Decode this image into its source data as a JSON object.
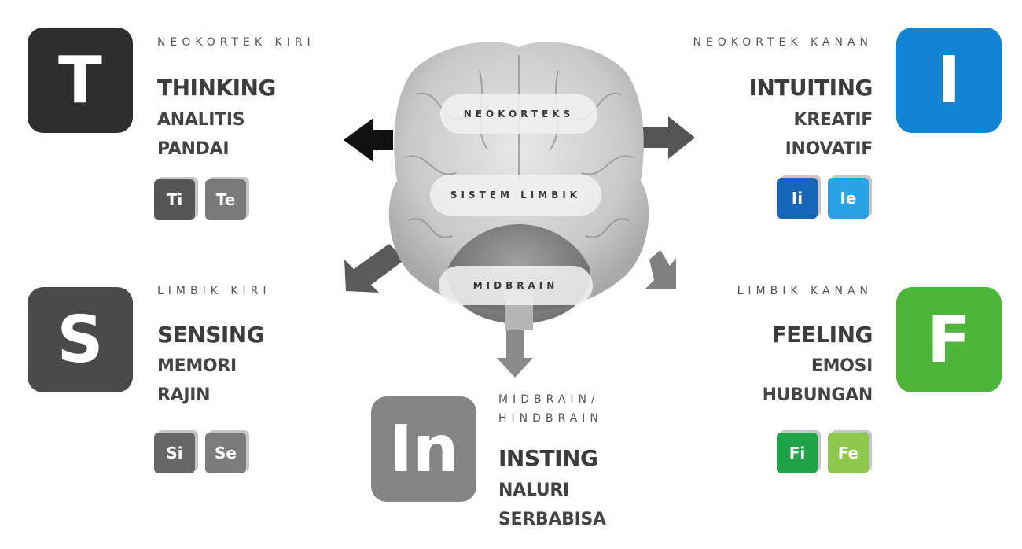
{
  "diagram": {
    "center": {
      "labels": [
        "NEOKORTEKS",
        "SISTEM LIMBIK",
        "MIDBRAIN"
      ]
    },
    "quadrants": {
      "thinking": {
        "letter": "T",
        "region": "NEOKORTEK KIRI",
        "title": "THINKING",
        "traits": [
          "ANALITIS",
          "PANDAI"
        ],
        "badges": [
          {
            "label": "Ti",
            "color": "#555555"
          },
          {
            "label": "Te",
            "color": "#7a7a7a"
          }
        ],
        "color": "#2e2e2e"
      },
      "intuiting": {
        "letter": "I",
        "region": "NEOKORTEK KANAN",
        "title": "INTUITING",
        "traits": [
          "KREATIF",
          "INOVATIF"
        ],
        "badges": [
          {
            "label": "Ii",
            "color": "#1565b8"
          },
          {
            "label": "Ie",
            "color": "#2aa3e6"
          }
        ],
        "color": "#1282d4"
      },
      "sensing": {
        "letter": "S",
        "region": "LIMBIK KIRI",
        "title": "SENSING",
        "traits": [
          "MEMORI",
          "RAJIN"
        ],
        "badges": [
          {
            "label": "Si",
            "color": "#666666"
          },
          {
            "label": "Se",
            "color": "#7c7c7c"
          }
        ],
        "color": "#4a4a4a"
      },
      "feeling": {
        "letter": "F",
        "region": "LIMBIK KANAN",
        "title": "FEELING",
        "traits": [
          "EMOSI",
          "HUBUNGAN"
        ],
        "badges": [
          {
            "label": "Fi",
            "color": "#1fa24a"
          },
          {
            "label": "Fe",
            "color": "#8cc84b"
          }
        ],
        "color": "#4cb53a"
      },
      "insting": {
        "letter": "In",
        "region_lines": [
          "MIDBRAIN/",
          "HINDBRAIN"
        ],
        "title": "INSTING",
        "traits": [
          "NALURI",
          "SERBABISA"
        ],
        "color": "#858585"
      }
    }
  }
}
